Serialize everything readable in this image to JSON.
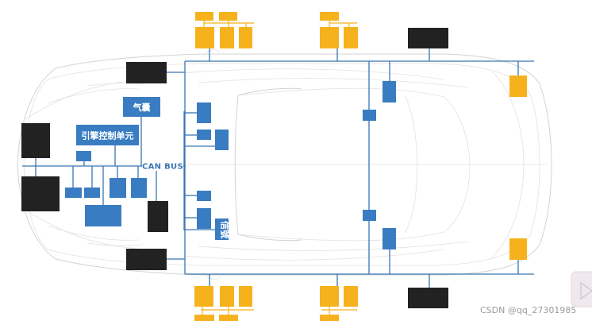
{
  "labels": {
    "airbag": "气囊",
    "engine_control_unit": "引擎控制单元",
    "can_bus": "CAN BUS",
    "vertical_unit": "信號"
  },
  "watermark": "CSDN @qq_27301985",
  "colors": {
    "bus_line": "#3a76b3",
    "ecu_blue": "#3a7cc2",
    "sensor_orange": "#f6b21d",
    "module_black": "#222222",
    "car_outline": "#d3d3d3"
  },
  "icons": {
    "corner_widget": "play-icon"
  }
}
